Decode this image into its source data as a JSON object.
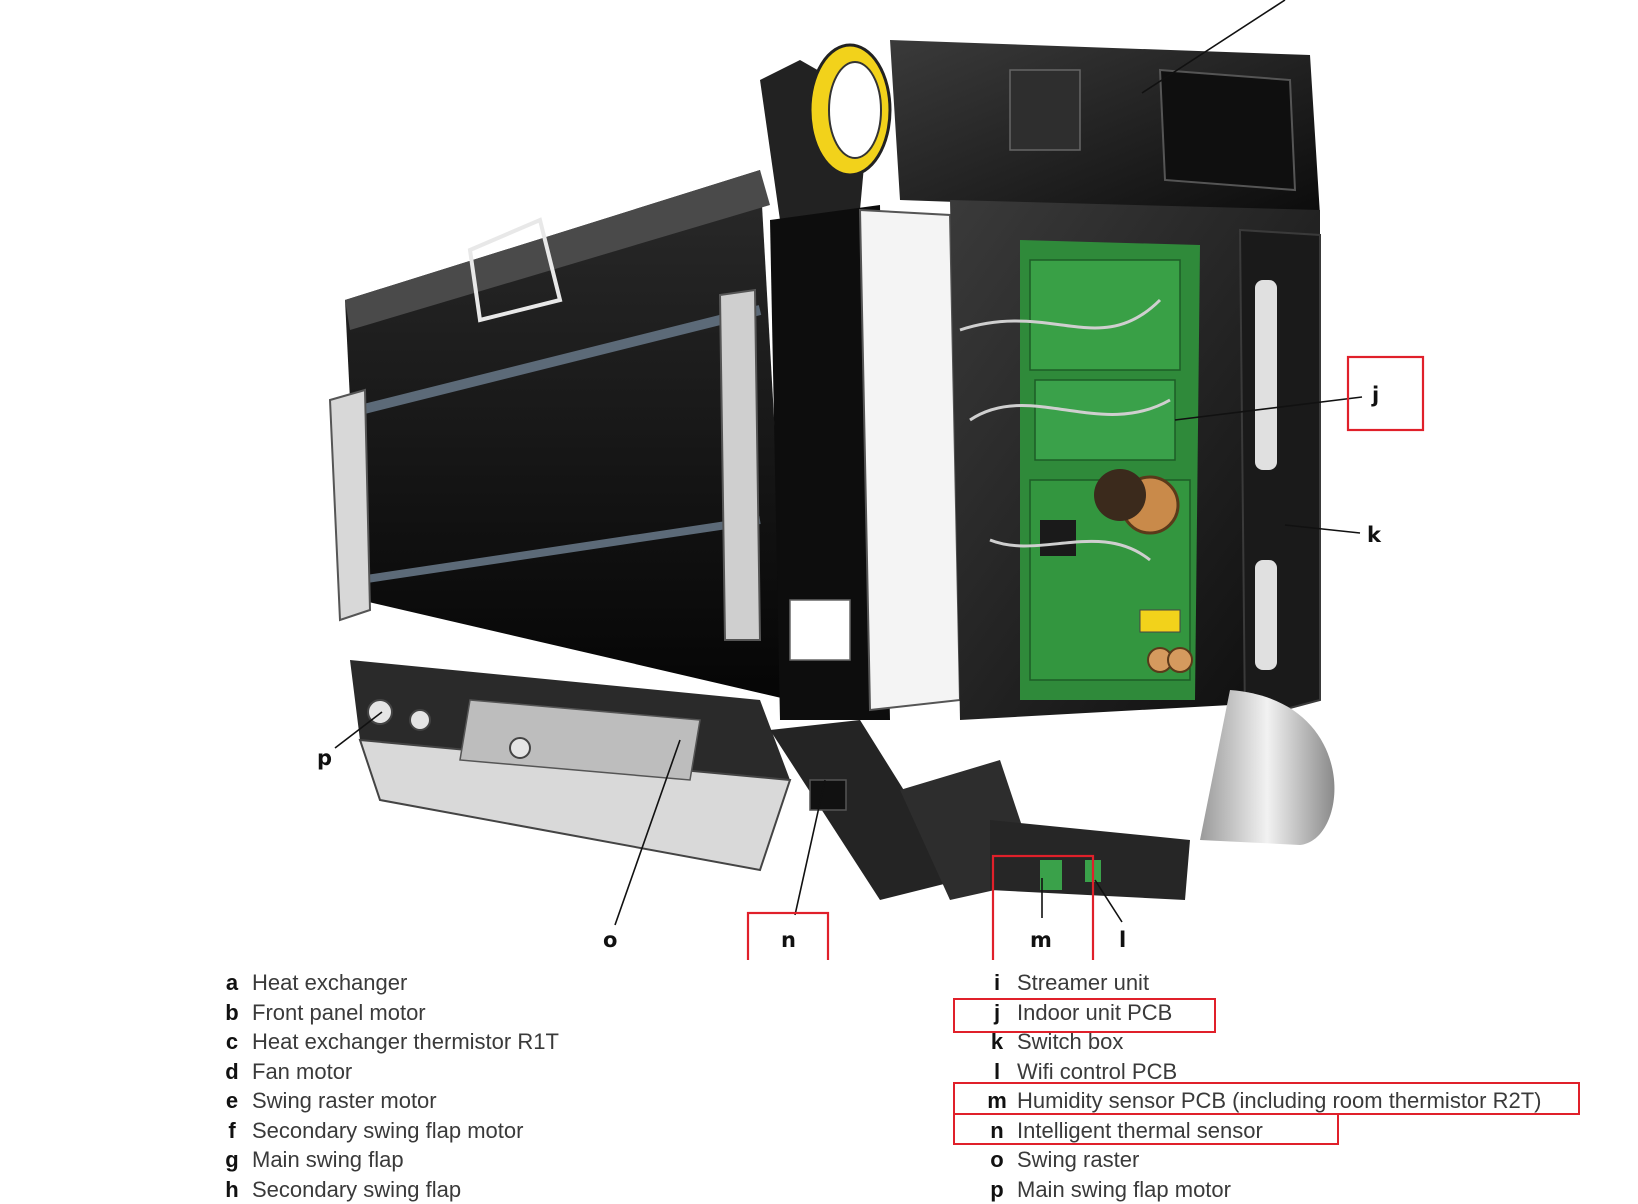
{
  "callouts": [
    "j",
    "k",
    "p",
    "o",
    "n",
    "m",
    "l"
  ],
  "legend_left": [
    {
      "key": "a",
      "label": "Heat exchanger"
    },
    {
      "key": "b",
      "label": "Front panel motor"
    },
    {
      "key": "c",
      "label": "Heat exchanger thermistor R1T"
    },
    {
      "key": "d",
      "label": "Fan motor"
    },
    {
      "key": "e",
      "label": "Swing raster motor"
    },
    {
      "key": "f",
      "label": "Secondary swing flap motor"
    },
    {
      "key": "g",
      "label": "Main swing flap"
    },
    {
      "key": "h",
      "label": "Secondary swing flap"
    }
  ],
  "legend_right": [
    {
      "key": "i",
      "label": "Streamer unit"
    },
    {
      "key": "j",
      "label": "Indoor unit PCB",
      "highlighted": true
    },
    {
      "key": "k",
      "label": "Switch box"
    },
    {
      "key": "l",
      "label": "Wifi control PCB"
    },
    {
      "key": "m",
      "label": "Humidity sensor PCB (including room thermistor R2T)",
      "highlighted": true
    },
    {
      "key": "n",
      "label": "Intelligent thermal sensor",
      "highlighted": true
    },
    {
      "key": "o",
      "label": "Swing raster"
    },
    {
      "key": "p",
      "label": "Main swing flap motor"
    }
  ],
  "colors": {
    "highlight": "#e0202a",
    "pcb": "#2f8a3a",
    "housing": "#1c1c1c",
    "accent": "#f2d21b"
  }
}
